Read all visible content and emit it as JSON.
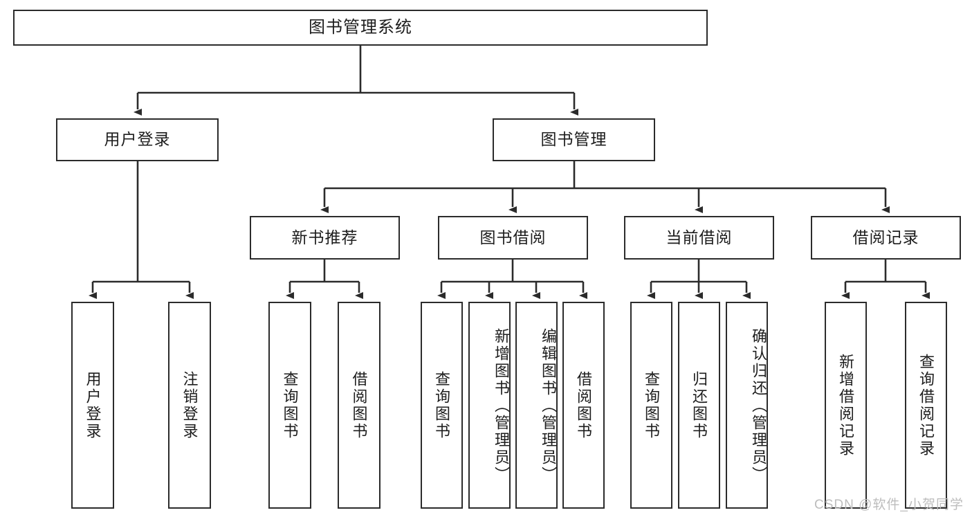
{
  "diagram": {
    "type": "tree",
    "title": "图书管理系统",
    "root": {
      "label": "图书管理系统"
    },
    "level2": [
      {
        "label": "用户登录"
      },
      {
        "label": "图书管理"
      }
    ],
    "level3": [
      {
        "label": "新书推荐"
      },
      {
        "label": "图书借阅"
      },
      {
        "label": "当前借阅"
      },
      {
        "label": "借阅记录"
      }
    ],
    "leaves": {
      "user_login": [
        {
          "label": "用户登录"
        },
        {
          "label": "注销登录"
        }
      ],
      "new_book_recommend": [
        {
          "label": "查询图书"
        },
        {
          "label": "借阅图书"
        }
      ],
      "book_borrow": [
        {
          "label": "查询图书"
        },
        {
          "label": "新增图书（管理员）"
        },
        {
          "label": "编辑图书（管理员）"
        },
        {
          "label": "借阅图书"
        }
      ],
      "current_borrow": [
        {
          "label": "查询图书"
        },
        {
          "label": "归还图书"
        },
        {
          "label": "确认归还（管理员）"
        }
      ],
      "borrow_records": [
        {
          "label": "新增借阅记录"
        },
        {
          "label": "查询借阅记录"
        }
      ]
    }
  },
  "watermark": {
    "text": "CSDN @软件_小贺同学"
  },
  "colors": {
    "stroke": "#2b2b2b",
    "fill": "#ffffff",
    "text": "#1d1d1d",
    "watermark": "#bdbdbd"
  }
}
